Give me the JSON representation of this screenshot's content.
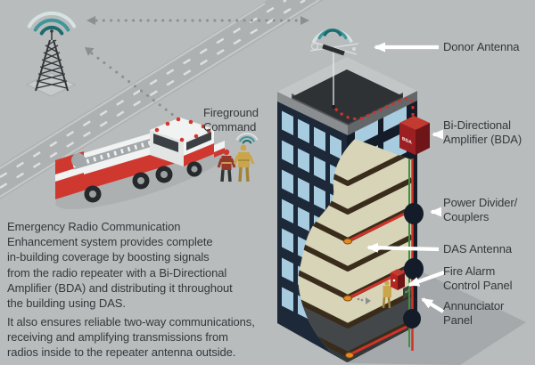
{
  "colors": {
    "bg": "#b9bcbd",
    "road": "#aeb1b2",
    "roadline": "#c6c9ca",
    "dash": "#dddfe0",
    "dot": "#8b8f91",
    "shadow": "#a6a9ab",
    "label": "#34383c",
    "white": "#ffffff",
    "navy": "#1d2939",
    "navydark": "#131c28",
    "win": "#a7cbdf",
    "beige": "#d8d4b8",
    "slabedge": "#392c1b",
    "ground": "#43474a",
    "red": "#d23228",
    "orange": "#e8891f",
    "green": "#3f8f3f",
    "tealdark": "#1d6b6d",
    "tealmid": "#41969a",
    "teallight": "#d7e2e2",
    "parapettop": "#c3c6c7",
    "parapetsw": "#8a8e90",
    "parapetse": "#63676a",
    "roofdark": "#2e3234",
    "rooflip": "#54585b",
    "towerdark": "#33373a",
    "towerbase": "#c7cacb",
    "truckred": "#cf382e",
    "truckwhite": "#f1f2f2",
    "truckgray": "#a3a8ab",
    "wheel": "#26292c",
    "hub": "#9ba0a3",
    "glass": "#3a4043",
    "ffred": "#95382a",
    "ffyellow": "#c9a64c",
    "ffdark": "#2f3437",
    "ffstripe": "#d9c06a",
    "ffpants": "#a08338",
    "bdatop": "#c23a30",
    "bdaface": "#9c1f22",
    "bdaside": "#6f1517",
    "panelred": "#b5261f",
    "paneldark": "#3c4142",
    "ledgreen": "#4caf50",
    "ledyellow": "#e6c22a",
    "mast": "#e6e8e9",
    "antennaline": "#d8dbdc"
  },
  "legend": {
    "donor_antenna": "Donor Antenna",
    "bda": [
      "Bi-Directional",
      "Amplifier (BDA)"
    ],
    "power_divider": [
      "Power Divider/",
      "Couplers"
    ],
    "das_antenna": "DAS Antenna",
    "fire_alarm": [
      "Fire Alarm",
      "Control Panel"
    ],
    "annunciator": [
      "Annunciator",
      "Panel"
    ]
  },
  "scene_labels": {
    "fireground_command": [
      "Fireground",
      "Command"
    ],
    "bda_box": "BDA"
  },
  "paragraphs": {
    "p1": [
      "Emergency Radio Communication",
      "Enhancement system provides complete",
      "in-building coverage by boosting signals",
      "from the radio repeater with a Bi-Directional",
      "Amplifier (BDA) and distributing it throughout",
      "the building using DAS."
    ],
    "p2": [
      "It also ensures reliable two-way communications,",
      "receiving and amplifying transmissions from",
      "radios inside to the repeater antenna outside."
    ]
  }
}
